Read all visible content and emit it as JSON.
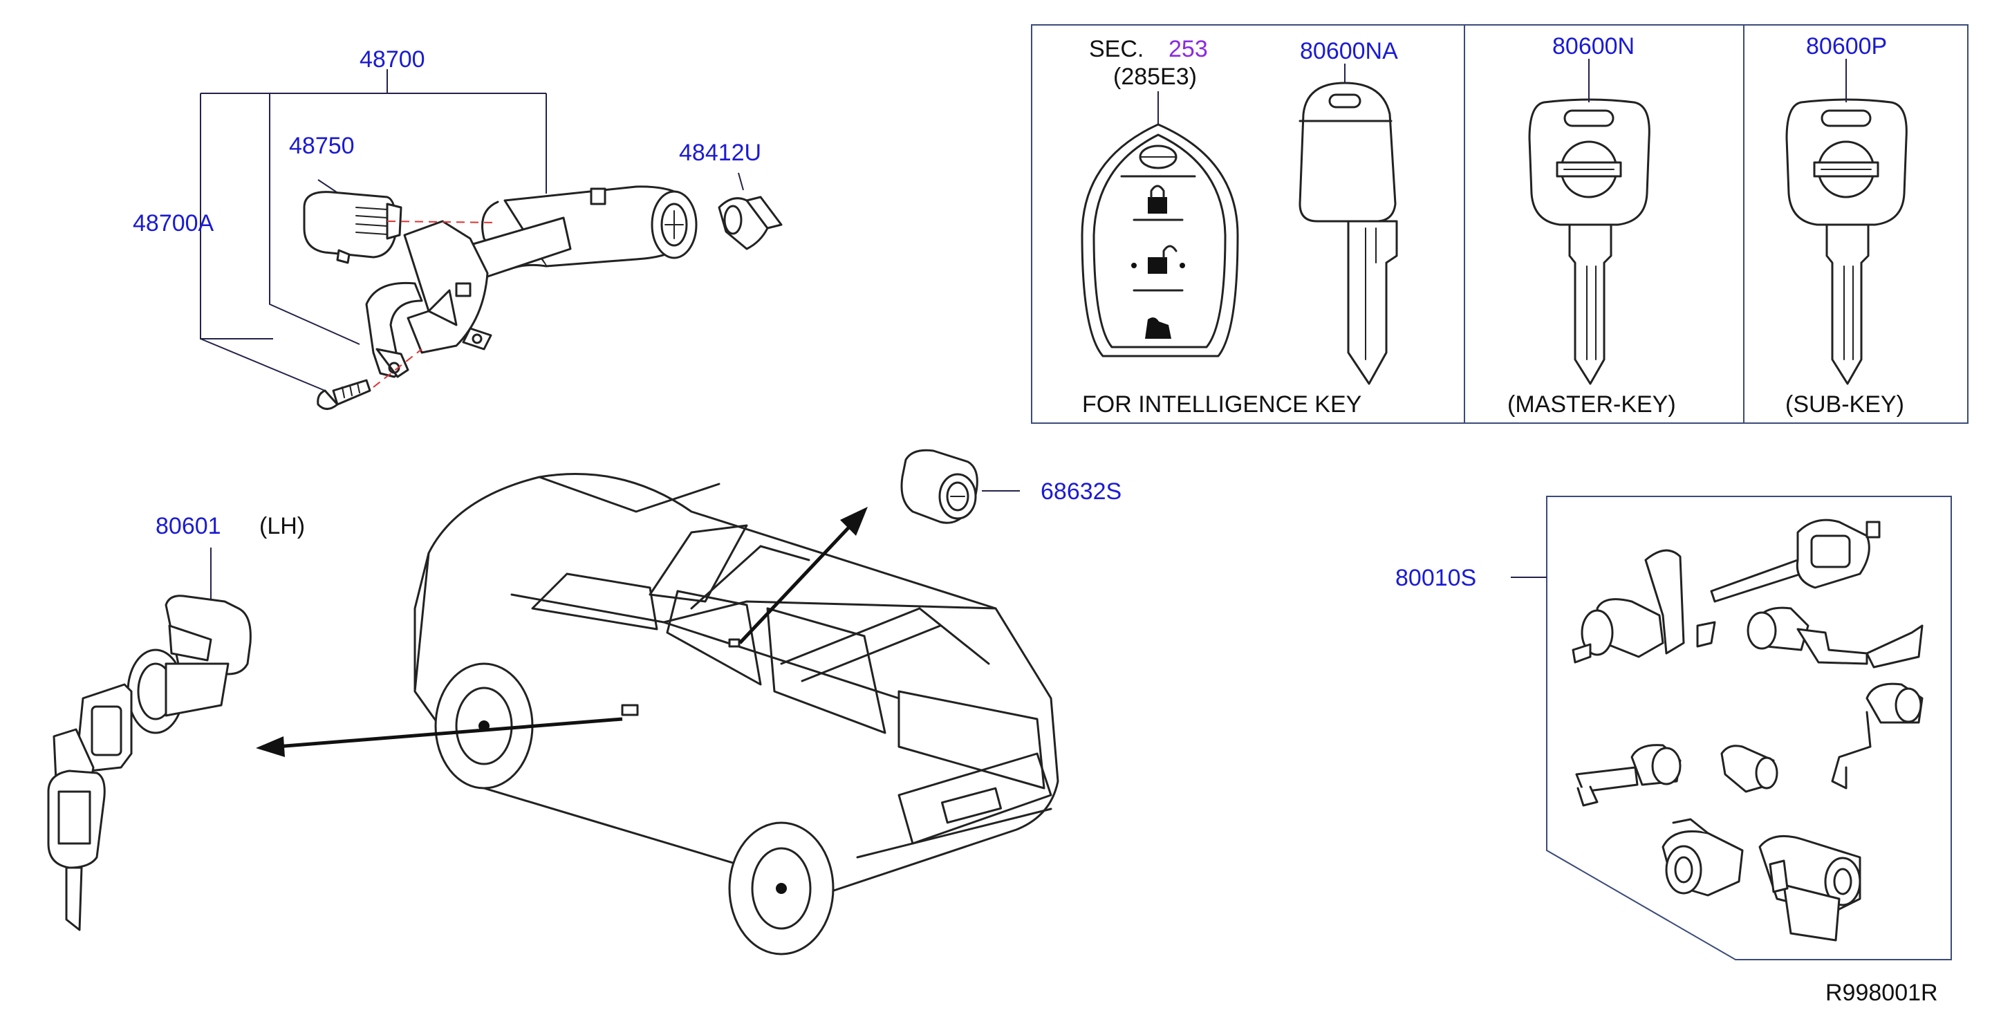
{
  "colors": {
    "part_number": "#1a1ad6",
    "section_ref": "#8a2be2",
    "text": "#111111",
    "leader_line": "#22224a",
    "highlight_dash": "#dd3333"
  },
  "labels": {
    "p48700": "48700",
    "p48750": "48750",
    "p48412U": "48412U",
    "p48700A": "48700A",
    "p80601": "80601",
    "lh": "(LH)",
    "p68632S": "68632S",
    "p80010S": "80010S",
    "sec_prefix": "SEC.",
    "sec_number": "253",
    "sec_sub": "(285E3)",
    "p80600NA": "80600NA",
    "p80600N": "80600N",
    "p80600P": "80600P",
    "caption_intelligence": "FOR  INTELLIGENCE  KEY",
    "caption_master": "(MASTER-KEY)",
    "caption_sub": "(SUB-KEY)",
    "fig_ref": "R998001R"
  },
  "icons": [
    "nissan-logo-icon",
    "lock-icon",
    "unlock-icon",
    "trunk-release-icon"
  ]
}
